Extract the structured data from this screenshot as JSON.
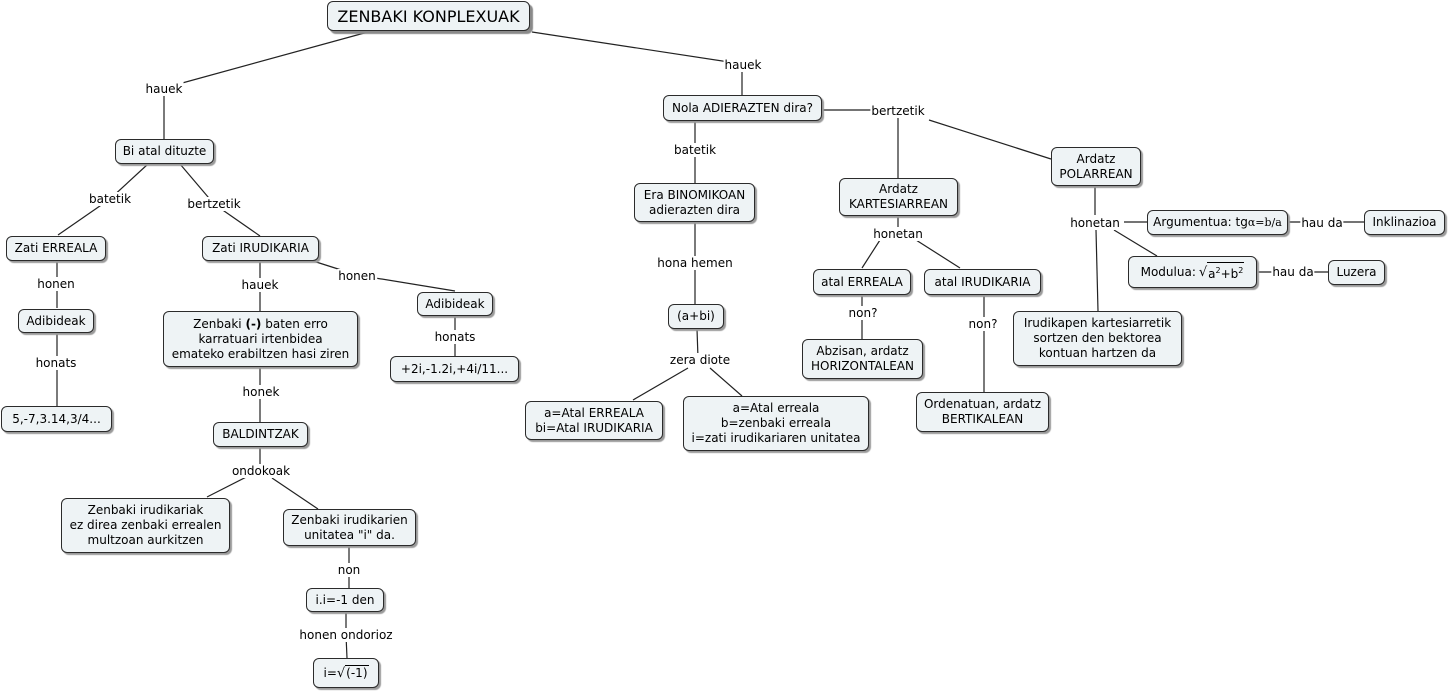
{
  "title": "ZENBAKI KONPLEXUAK",
  "links": {
    "hauek_left": "hauek",
    "hauek_right": "hauek",
    "batetik_left": "batetik",
    "bertzetik_left": "bertzetik",
    "honen_real": "honen",
    "honats_real": "honats",
    "hauek_imag": "hauek",
    "honen_imag": "honen",
    "honats_imag": "honats",
    "honek": "honek",
    "ondokoak": "ondokoak",
    "non_cond": "non",
    "honen_ondorioz": "honen ondorioz",
    "batetik_right": "batetik",
    "bertzetik_right": "bertzetik",
    "hona_hemen": "hona hemen",
    "zera_diote": "zera diote",
    "honetan_cart": "honetan",
    "non_real": "non?",
    "non_imag": "non?",
    "honetan_polar": "honetan",
    "hau_da_arg": "hau da",
    "hau_da_mod": "hau da"
  },
  "nodes": {
    "bi_atal": "Bi atal dituzte",
    "zati_erreala": "Zati ERREALA",
    "adibideak_real": "Adibideak",
    "examples_real": "5,-7,3.14,3/4...",
    "zati_irudikaria": "Zati IRUDIKARIA",
    "adibideak_imag": "Adibideak",
    "examples_imag": "+2i,-1.2i,+4i/11...",
    "usage_l1_a": "Zenbaki ",
    "usage_l1_b": "(-)",
    "usage_l1_c": " baten  erro",
    "usage_l2": "karratuari irtenbidea",
    "usage_l3": "emateko erabiltzen hasi ziren",
    "baldintzak": "BALDINTZAK",
    "cond1_l1": "Zenbaki irudikariak",
    "cond1_l2": "ez direa zenbaki errealen",
    "cond1_l3": "multzoan aurkitzen",
    "cond2_l1": "Zenbaki irudikarien",
    "cond2_l2": "unitatea \"i\" da.",
    "ii": "i.i=-1 den",
    "i_eq": "i=",
    "sqrt_sym": "√",
    "i_radicand": "(-1)",
    "nola": "Nola ADIERAZTEN dira?",
    "binom_l1": "Era BINOMIKOAN",
    "binom_l2": "adierazten dira",
    "abi": "(a+bi)",
    "abi_exp1_l1": "a=Atal ERREALA",
    "abi_exp1_l2": "bi=Atal IRUDIKARIA",
    "abi_exp2_l1": "a=Atal erreala",
    "abi_exp2_l2": "b=zenbaki erreala",
    "abi_exp2_l3": "i=zati irudikariaren unitatea",
    "cart_l1": "Ardatz",
    "cart_l2": "KARTESIARREAN",
    "atal_erreala": "atal ERREALA",
    "atal_irudikaria": "atal IRUDIKARIA",
    "abzisan_l1": "Abzisan, ardatz",
    "abzisan_l2": "HORIZONTALEAN",
    "ordenatuan_l1": "Ordenatuan, ardatz",
    "ordenatuan_l2": "BERTIKALEAN",
    "polar_l1": "Ardatz",
    "polar_l2": "POLARREAN",
    "arg_label": "Argumentua: tg",
    "arg_formula": "α=b/a",
    "inklinazioa": "Inklinazioa",
    "mod_label": "Modulua:",
    "mod_a": "a",
    "mod_sup_a": "2",
    "mod_plus_b": "+b",
    "mod_sup_b": "2",
    "luzera": "Luzera",
    "irud_l1": "Irudikapen kartesiarretik",
    "irud_l2": "sortzen den bektorea",
    "irud_l3": "kontuan hartzen da"
  }
}
